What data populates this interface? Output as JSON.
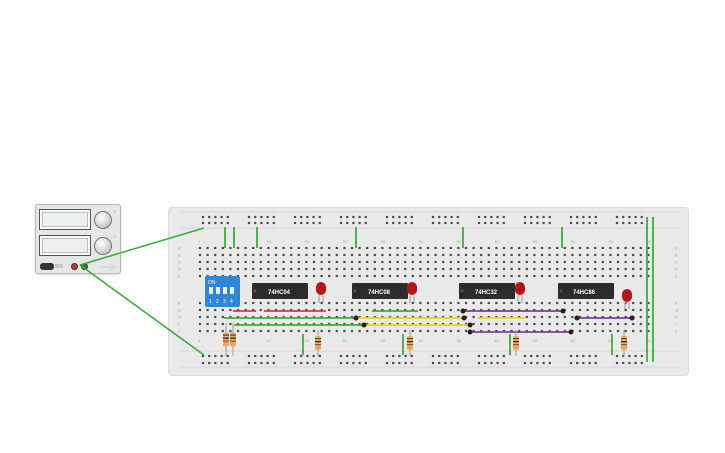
{
  "power_supply": {
    "name": "power-supply",
    "knob_marks": [
      "A",
      "V"
    ]
  },
  "dip_switch": {
    "label": "ON",
    "switch_numbers": [
      "1",
      "2",
      "3",
      "4"
    ]
  },
  "chips": [
    {
      "id": "chip-74hc04",
      "label": "74HC04"
    },
    {
      "id": "chip-74hc08",
      "label": "74HC08"
    },
    {
      "id": "chip-74hc32",
      "label": "74HC32"
    },
    {
      "id": "chip-74hc86",
      "label": "74HC86"
    }
  ],
  "breadboard": {
    "row_letters_top": [
      "A",
      "B",
      "C",
      "D",
      "E"
    ],
    "row_letters_bottom": [
      "F",
      "G",
      "H",
      "I",
      "J"
    ],
    "column_numbers": [
      "1",
      "10",
      "15",
      "20",
      "25",
      "30",
      "35",
      "40",
      "45",
      "50",
      "55",
      "60"
    ]
  },
  "colors": {
    "wire_green": "#3cad3c",
    "wire_red": "#e53a2f",
    "wire_yellow": "#e9d21a",
    "wire_purple": "#7b3f9e",
    "led_red": "#b3171c",
    "dip_blue": "#2f86d6",
    "chip_body": "#2c2c2c"
  }
}
